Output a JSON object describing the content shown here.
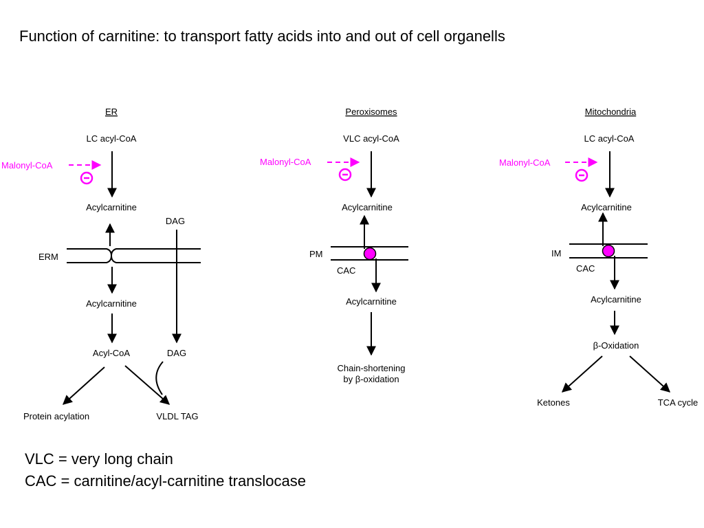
{
  "page": {
    "title": "Function of carnitine: to transport fatty acids into and out of cell organells",
    "legend": [
      "VLC = very long chain",
      "CAC = carnitine/acyl-carnitine translocase"
    ]
  },
  "colors": {
    "inhibitor": "#ff00ff",
    "line": "#000000"
  },
  "er": {
    "header": "ER",
    "lc_acyl_coa": "LC acyl-CoA",
    "malonyl": "Malonyl-CoA",
    "inhibit_symbol": "−",
    "acylcarnitine_top": "Acylcarnitine",
    "dag_top": "DAG",
    "erm": "ERM",
    "acylcarnitine_bottom": "Acylcarnitine",
    "acyl_coa": "Acyl-CoA",
    "dag_bottom": "DAG",
    "protein_acylation": "Protein acylation",
    "vldl_tag": "VLDL TAG"
  },
  "peroxisomes": {
    "header": "Peroxisomes",
    "vlc_acyl_coa": "VLC acyl-CoA",
    "malonyl": "Malonyl-CoA",
    "inhibit_symbol": "−",
    "acylcarnitine_top": "Acylcarnitine",
    "pm": "PM",
    "cac": "CAC",
    "acylcarnitine_bottom": "Acylcarnitine",
    "chain_shortening": "Chain-shortening",
    "by_beta_oxidation": "by β-oxidation"
  },
  "mitochondria": {
    "header": "Mitochondria",
    "lc_acyl_coa": "LC acyl-CoA",
    "malonyl": "Malonyl-CoA",
    "inhibit_symbol": "−",
    "acylcarnitine_top": "Acylcarnitine",
    "im": "IM",
    "cac": "CAC",
    "acylcarnitine_bottom": "Acylcarnitine",
    "beta_oxidation": "β-Oxidation",
    "ketones": "Ketones",
    "tca_cycle": "TCA cycle"
  }
}
